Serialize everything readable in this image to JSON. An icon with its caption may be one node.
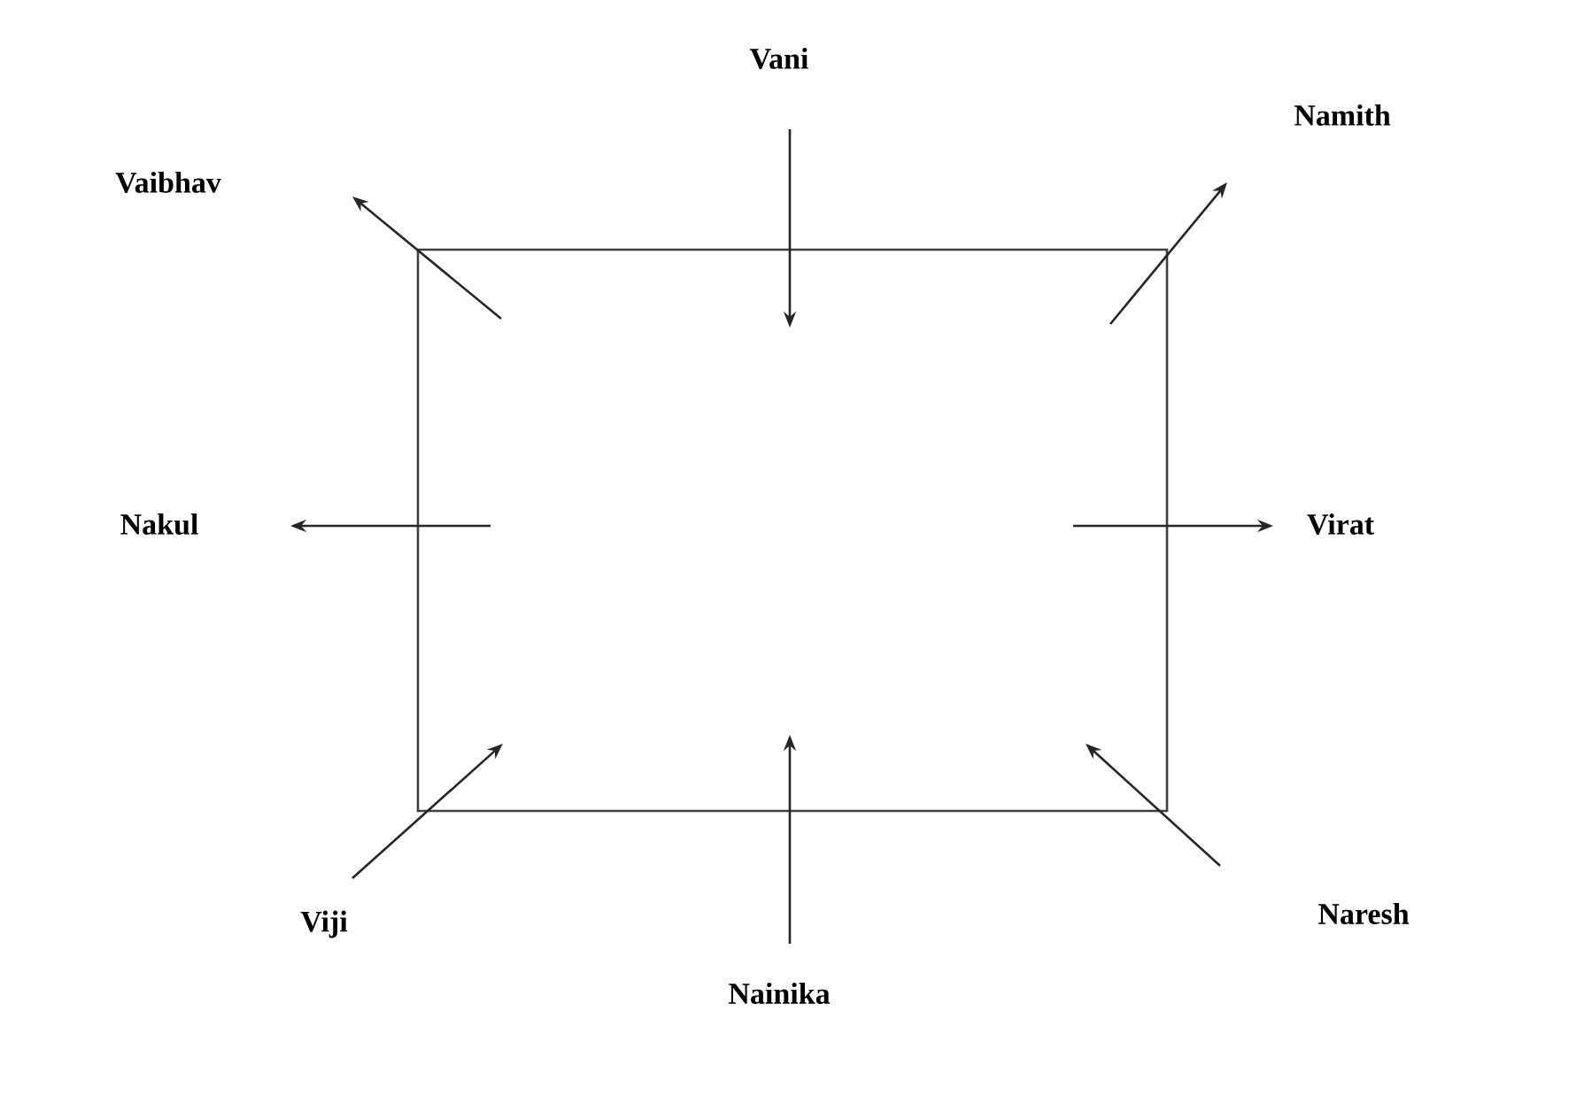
{
  "diagram": {
    "labels": [
      "Vani",
      "Vaibhav",
      "Namith",
      "Nakul",
      "Virat",
      "Viji",
      "Naresh",
      "Nainika"
    ]
  }
}
